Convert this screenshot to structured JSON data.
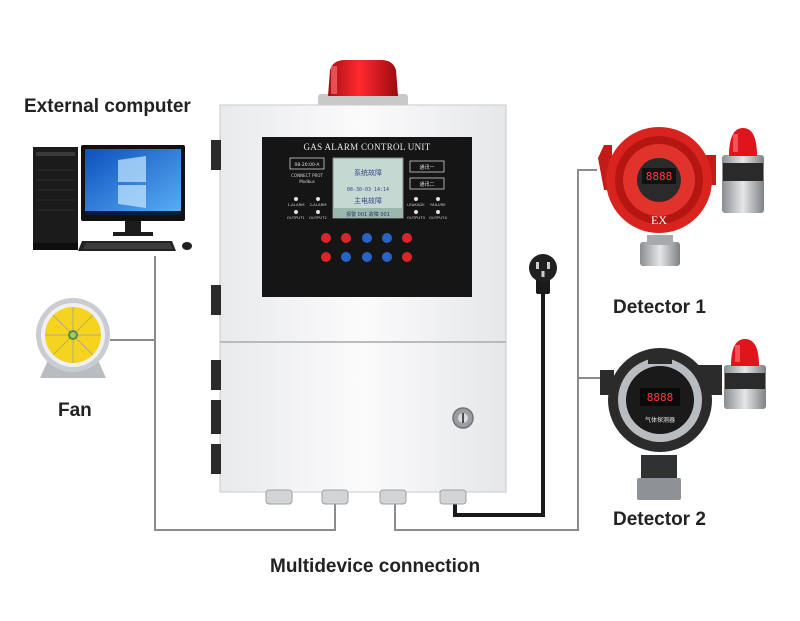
{
  "labels": {
    "external_computer": "External computer",
    "fan": "Fan",
    "detector1": "Detector 1",
    "detector2": "Detector 2",
    "multidevice": "Multidevice connection"
  },
  "control_unit": {
    "title": "GAS ALARM CONTROL UNIT",
    "display_line1": "系统故障",
    "display_line2": "主电故障",
    "display_bottom": "报警 001  故障 001",
    "display_time": "08-30-03  14:14",
    "left_box": "08-20:00-A",
    "left_sub1": "CONNECT PROT",
    "left_sub2": "Modbus",
    "ind_1_alarm": "1-ALARM",
    "ind_2_alarm": "2-ALARM",
    "ind_output1": "OUTPUT1",
    "ind_output2": "OUTPUT2",
    "ind_leakage": "LEAKAGE",
    "ind_failure": "FAILURE",
    "ind_output3": "OUTPUT3",
    "ind_output4": "OUTPUT4",
    "right_box1": "通讯一",
    "right_box2": "通讯二"
  },
  "detector1": {
    "mark": "EX",
    "display": "8888"
  },
  "detector2": {
    "display": "8888",
    "label": "气体探测器"
  },
  "colors": {
    "cabinet": "#f4f5f6",
    "panel": "#151515",
    "beacon": "#e0141b",
    "wire": "#8c8c8c",
    "cable": "#1a1a1a",
    "detector1_body": "#d8231e",
    "detector2_body": "#2b2b2b"
  }
}
